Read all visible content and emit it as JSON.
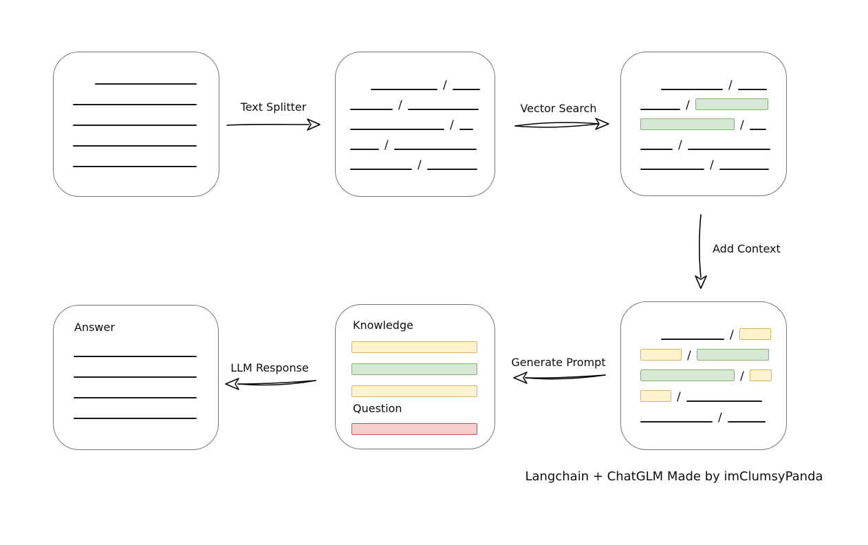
{
  "caption": "Langchain + ChatGLM Made by imClumsyPanda",
  "slash": "/",
  "labels": {
    "text_splitter": "Text Splitter",
    "vector_search": "Vector Search",
    "add_context": "Add Context",
    "generate_prompt": "Generate Prompt",
    "llm_response": "LLM Response"
  },
  "prompt": {
    "knowledge_label": "Knowledge",
    "question_label": "Question"
  },
  "answer": {
    "label": "Answer"
  },
  "colors": {
    "green_fill": "#d5e8d4",
    "green_border": "#82b366",
    "yellow_fill": "#fff2cc",
    "yellow_border": "#d6b656",
    "red_fill": "#f8cecc",
    "red_border": "#b85450",
    "line": "#161616",
    "box_border": "#767676",
    "arrow": "#000000"
  },
  "boxes": {
    "document": {
      "rows": [
        {
          "indent": 32,
          "segments": [
            {
              "t": "line",
              "w": 148
            }
          ]
        },
        {
          "segments": [
            {
              "t": "line",
              "w": 180
            }
          ]
        },
        {
          "segments": [
            {
              "t": "line",
              "w": 180
            }
          ]
        },
        {
          "segments": [
            {
              "t": "line",
              "w": 180
            }
          ]
        },
        {
          "segments": [
            {
              "t": "line",
              "w": 180
            }
          ]
        }
      ]
    },
    "chunks": {
      "rows": [
        {
          "indent": 30,
          "segments": [
            {
              "t": "line",
              "w": 97
            },
            {
              "t": "slash"
            },
            {
              "t": "line",
              "w": 40
            }
          ]
        },
        {
          "segments": [
            {
              "t": "line",
              "w": 62
            },
            {
              "t": "slash"
            },
            {
              "t": "line",
              "w": 103
            }
          ]
        },
        {
          "segments": [
            {
              "t": "line",
              "w": 137
            },
            {
              "t": "slash"
            },
            {
              "t": "line",
              "w": 20
            }
          ]
        },
        {
          "segments": [
            {
              "t": "line",
              "w": 42
            },
            {
              "t": "slash"
            },
            {
              "t": "line",
              "w": 120
            }
          ]
        },
        {
          "segments": [
            {
              "t": "line",
              "w": 90
            },
            {
              "t": "slash"
            },
            {
              "t": "line",
              "w": 73
            }
          ]
        }
      ]
    },
    "matches": {
      "rows": [
        {
          "indent": 30,
          "segments": [
            {
              "t": "line",
              "w": 90
            },
            {
              "t": "slash"
            },
            {
              "t": "line",
              "w": 42
            }
          ]
        },
        {
          "segments": [
            {
              "t": "line",
              "w": 58
            },
            {
              "t": "slash"
            },
            {
              "t": "chip",
              "c": "green",
              "w": 104
            }
          ]
        },
        {
          "segments": [
            {
              "t": "chip",
              "c": "green",
              "w": 135
            },
            {
              "t": "slash"
            },
            {
              "t": "line",
              "w": 24
            }
          ]
        },
        {
          "segments": [
            {
              "t": "line",
              "w": 47
            },
            {
              "t": "slash"
            },
            {
              "t": "line",
              "w": 120
            }
          ]
        },
        {
          "segments": [
            {
              "t": "line",
              "w": 93
            },
            {
              "t": "slash"
            },
            {
              "t": "line",
              "w": 72
            }
          ]
        }
      ]
    },
    "context": {
      "rows": [
        {
          "indent": 30,
          "segments": [
            {
              "t": "line",
              "w": 92
            },
            {
              "t": "slash"
            },
            {
              "t": "chip",
              "c": "yellow",
              "w": 44
            }
          ]
        },
        {
          "segments": [
            {
              "t": "chip",
              "c": "yellow",
              "w": 58
            },
            {
              "t": "slash"
            },
            {
              "t": "chip",
              "c": "green",
              "w": 103
            }
          ]
        },
        {
          "segments": [
            {
              "t": "chip",
              "c": "green",
              "w": 135
            },
            {
              "t": "slash"
            },
            {
              "t": "chip",
              "c": "yellow",
              "w": 30
            }
          ]
        },
        {
          "segments": [
            {
              "t": "chip",
              "c": "yellow",
              "w": 43
            },
            {
              "t": "slash"
            },
            {
              "t": "line",
              "w": 110
            }
          ]
        },
        {
          "segments": [
            {
              "t": "line",
              "w": 105
            },
            {
              "t": "slash"
            },
            {
              "t": "line",
              "w": 55
            }
          ]
        }
      ]
    },
    "prompt_bars": {
      "rows": [
        {
          "segments": [
            {
              "t": "chip",
              "c": "yellow",
              "w": 181
            }
          ]
        },
        {
          "segments": [
            {
              "t": "chip",
              "c": "green",
              "w": 181
            }
          ]
        },
        {
          "segments": [
            {
              "t": "chip",
              "c": "yellow",
              "w": 181
            }
          ]
        }
      ]
    },
    "question_bar": {
      "rows": [
        {
          "segments": [
            {
              "t": "chip",
              "c": "red",
              "w": 181
            }
          ]
        }
      ]
    },
    "answer_lines": {
      "rows": [
        {
          "segments": [
            {
              "t": "line",
              "w": 179
            }
          ]
        },
        {
          "segments": [
            {
              "t": "line",
              "w": 179
            }
          ]
        },
        {
          "segments": [
            {
              "t": "line",
              "w": 179
            }
          ]
        },
        {
          "segments": [
            {
              "t": "line",
              "w": 179
            }
          ]
        }
      ]
    }
  }
}
